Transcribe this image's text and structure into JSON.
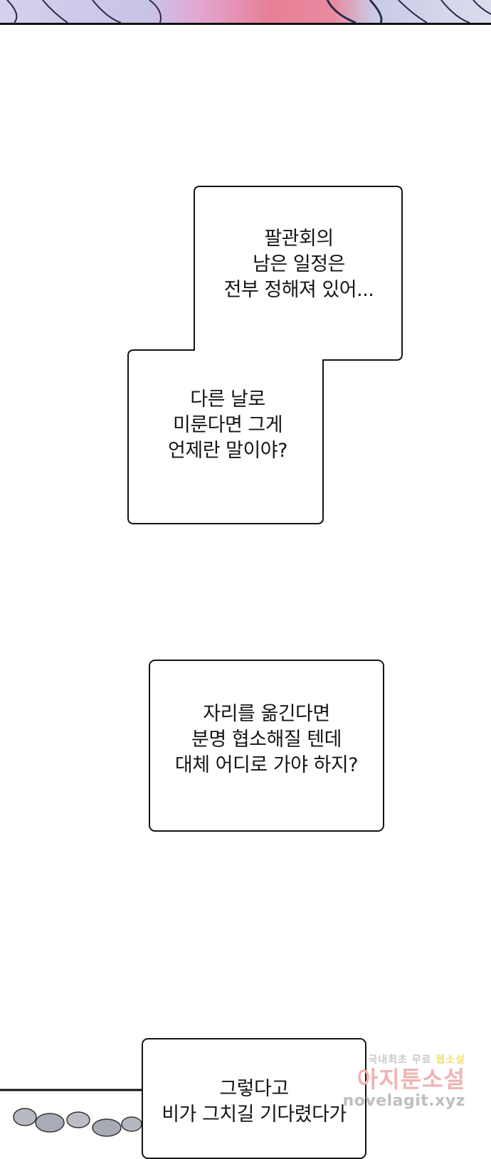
{
  "panels": {
    "bubble1": {
      "lines": [
        "팔관회의",
        "남은 일정은",
        "전부 정해져 있어..."
      ]
    },
    "bubble2": {
      "lines": [
        "다른 날로",
        "미룬다면 그게",
        "언제란 말이야?"
      ]
    },
    "bubble3": {
      "lines": [
        "자리를 옮긴다면",
        "분명 협소해질 텐데",
        "대체 어디로 가야 하지?"
      ]
    },
    "bubble4": {
      "lines": [
        "그렇다고",
        "비가 그치길 기다렸다가"
      ]
    }
  },
  "watermark": {
    "line1_a": "국내최초 무료",
    "line1_b": "웹소설",
    "line2": "아지툰소설",
    "line3": "novelagit.xyz"
  },
  "colors": {
    "outline": "#141414",
    "background": "#ffffff",
    "top_pink": "#e77f96",
    "top_lavender": "#c8c4e8"
  }
}
